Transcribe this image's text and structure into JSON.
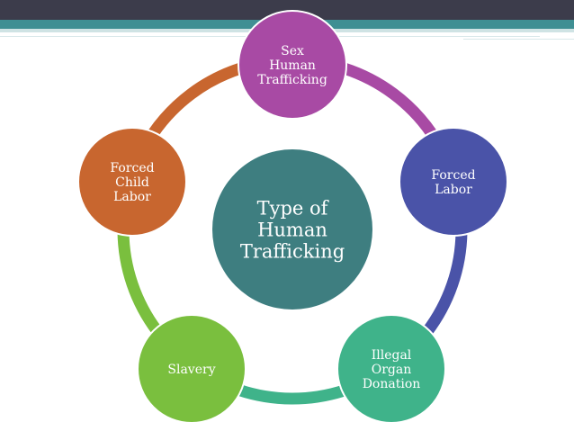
{
  "diagram": {
    "center": {
      "lines": [
        "Type of",
        "Human",
        "Trafficking"
      ],
      "color": "#3e7e80"
    },
    "nodes": [
      {
        "id": "sex-human-trafficking",
        "lines": [
          "Sex",
          "Human",
          "Trafficking"
        ],
        "color": "#a84aa4"
      },
      {
        "id": "forced-labor",
        "lines": [
          "Forced",
          "Labor"
        ],
        "color": "#4a53a8"
      },
      {
        "id": "illegal-organ-donation",
        "lines": [
          "Illegal",
          "Organ",
          "Donation"
        ],
        "color": "#3fb38a"
      },
      {
        "id": "slavery",
        "lines": [
          "Slavery"
        ],
        "color": "#7abf3e"
      },
      {
        "id": "forced-child-labor",
        "lines": [
          "Forced",
          "Child",
          "Labor"
        ],
        "color": "#c8662f"
      }
    ],
    "connectors": [
      {
        "from": "sex-human-trafficking",
        "to": "forced-labor",
        "color": "#a84aa4"
      },
      {
        "from": "forced-labor",
        "to": "illegal-organ-donation",
        "color": "#4a53a8"
      },
      {
        "from": "illegal-organ-donation",
        "to": "slavery",
        "color": "#3fb38a"
      },
      {
        "from": "slavery",
        "to": "forced-child-labor",
        "color": "#7abf3e"
      },
      {
        "from": "forced-child-labor",
        "to": "sex-human-trafficking",
        "color": "#c8662f"
      }
    ],
    "header_colors": {
      "dark": "#3c3c4b",
      "teal": "#3f8f93"
    }
  }
}
